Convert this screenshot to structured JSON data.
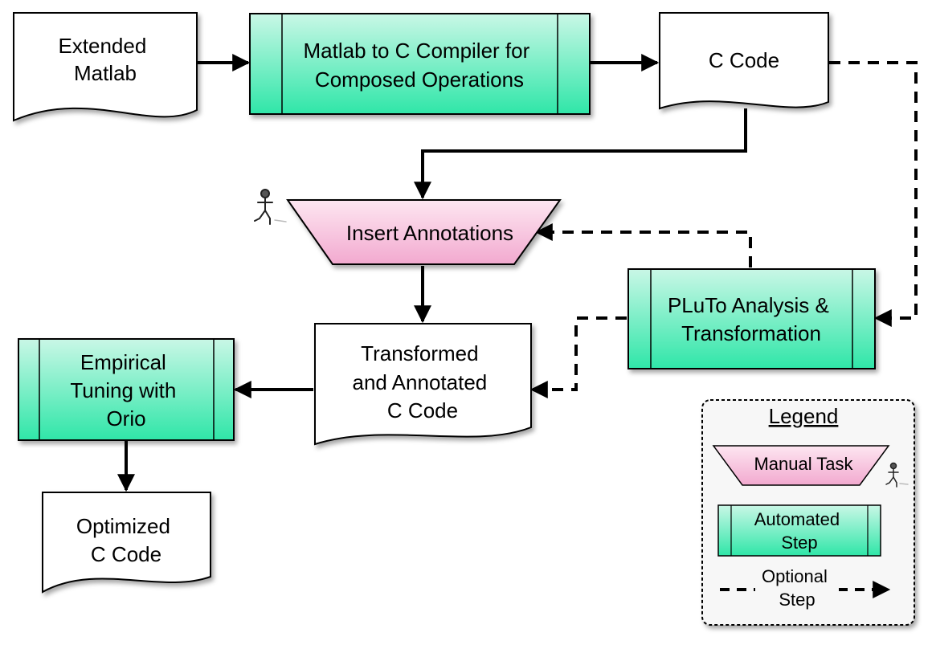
{
  "nodes": {
    "extended_matlab": {
      "lines": [
        "Extended",
        "Matlab"
      ],
      "type": "document"
    },
    "compiler": {
      "lines": [
        "Matlab to C Compiler for",
        "Composed Operations"
      ],
      "type": "automated-step"
    },
    "c_code": {
      "lines": [
        "C Code"
      ],
      "type": "document"
    },
    "insert_annotations": {
      "lines": [
        "Insert Annotations"
      ],
      "type": "manual-task"
    },
    "pluto": {
      "lines": [
        "PLuTo Analysis &",
        "Transformation"
      ],
      "type": "automated-step"
    },
    "transformed": {
      "lines": [
        "Transformed",
        "and Annotated",
        "C Code"
      ],
      "type": "document"
    },
    "empirical": {
      "lines": [
        "Empirical",
        "Tuning with",
        "Orio"
      ],
      "type": "automated-step"
    },
    "optimized": {
      "lines": [
        "Optimized",
        "C Code"
      ],
      "type": "document"
    }
  },
  "legend": {
    "title": "Legend",
    "manual": [
      "Manual Task"
    ],
    "automated": [
      "Automated",
      "Step"
    ],
    "optional": [
      "Optional",
      "Step"
    ]
  },
  "colors": {
    "automated_top": "#c9f7e6",
    "automated_bottom": "#2fe6a8",
    "manual_top": "#fde6f1",
    "manual_bottom": "#f2a9cf",
    "stroke": "#000000"
  }
}
